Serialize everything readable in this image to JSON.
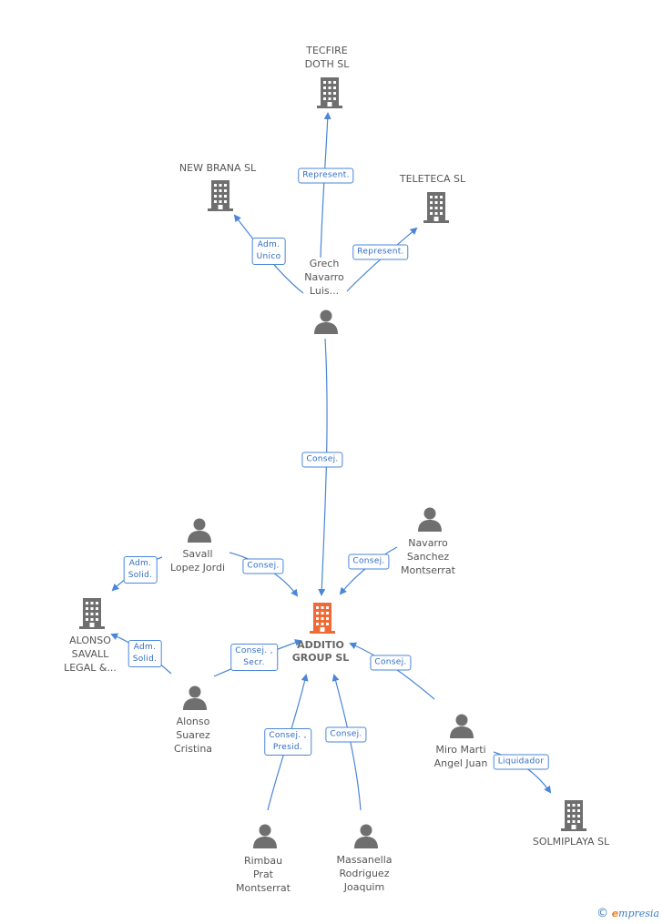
{
  "colors": {
    "edge": "#4a86d8",
    "node_gray": "#6f6f6f",
    "main_node": "#f06a35"
  },
  "nodes": {
    "tecfire": "TECFIRE\nDOTH SL",
    "new_brana": "NEW BRANA SL",
    "teleteca": "TELETECA SL",
    "grech": "Grech\nNavarro\nLuis...",
    "savall": "Savall\nLopez Jordi",
    "navarro": "Navarro\nSanchez\nMontserrat",
    "alonso_savall": "ALONSO\nSAVALL\nLEGAL &...",
    "additio": "ADDITIO\nGROUP SL",
    "alonso_suarez": "Alonso\nSuarez\nCristina",
    "miro": "Miro Marti\nAngel Juan",
    "solmiplaya": "SOLMIPLAYA SL",
    "rimbau": "Rimbau\nPrat\nMontserrat",
    "massanella": "Massanella\nRodriguez\nJoaquim"
  },
  "edges": {
    "grech_tecfire": "Represent.",
    "grech_newbrana": "Adm.\nUnico",
    "grech_teleteca": "Represent.",
    "grech_additio": "Consej.",
    "savall_alonso": "Adm.\nSolid.",
    "savall_additio": "Consej.",
    "navarro_additio": "Consej.",
    "alonsosuarez_alonso": "Adm.\nSolid.",
    "alonsosuarez_additio": "Consej. ,\nSecr.",
    "miro_additio": "Consej.",
    "miro_solmiplaya": "Liquidador",
    "rimbau_additio": "Consej. ,\nPresid.",
    "massanella_additio": "Consej."
  },
  "footer": {
    "copyright": "©",
    "brand_e": "e",
    "brand_rest": "mpresia"
  }
}
